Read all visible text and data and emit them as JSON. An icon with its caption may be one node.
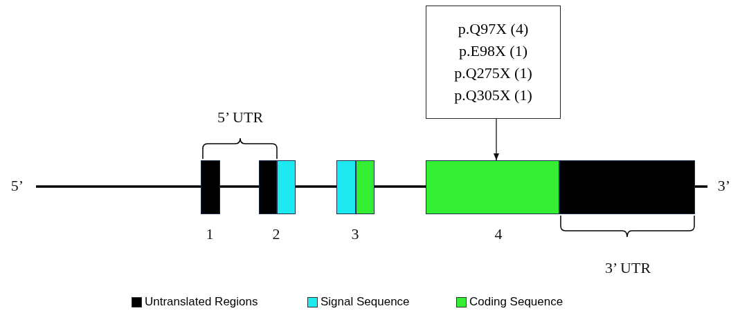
{
  "diagram": {
    "nodes": [
      {
        "text": [
          "p.Q97X (4)",
          "p.E98X (1)",
          "p.Q275X (1)",
          "p.Q305X (1)"
        ]
      },
      {
        "text": [],
        "shape": "box"
      },
      {
        "text": [],
        "shape": "box"
      },
      {
        "text": [],
        "shape": "box"
      },
      {
        "text": [],
        "shape": "box"
      },
      {
        "text": [],
        "shape": "box"
      },
      {
        "text": [],
        "shape": "box"
      },
      {
        "text": [],
        "shape": "box"
      }
    ],
    "edges": [
      {
        "from": 0,
        "to": 6,
        "arrow": "to"
      }
    ],
    "labels": [
      "5’ UTR",
      "5’",
      "3’",
      "1",
      "2",
      "3",
      "4",
      "3’ UTR"
    ],
    "legend": [
      {
        "text": "Untranslated Regions",
        "color": "#000000"
      },
      {
        "text": "Signal Sequence",
        "color": "#1ee8f0"
      },
      {
        "text": "Coding Sequence",
        "color": "#33ee33"
      }
    ]
  }
}
